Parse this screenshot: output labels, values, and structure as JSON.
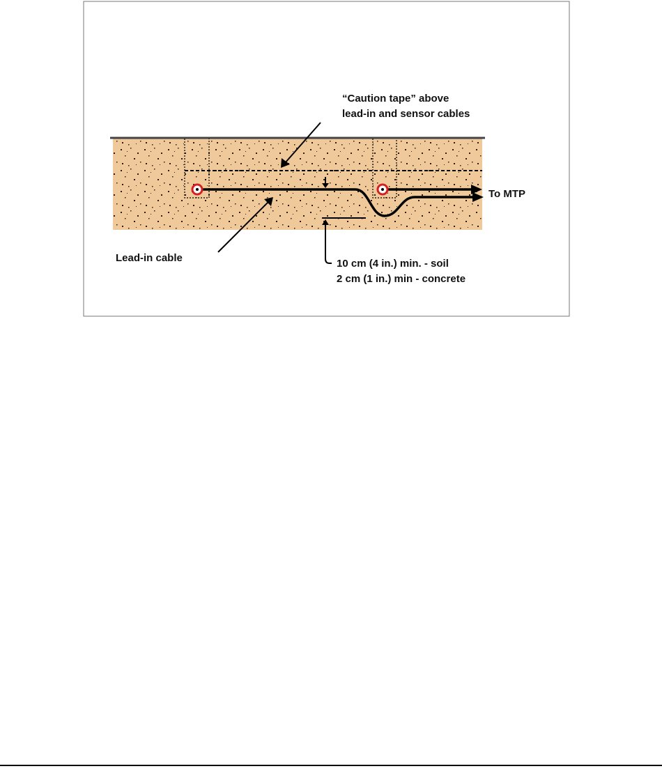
{
  "labels": {
    "caution_tape_line1": "“Caution tape” above",
    "caution_tape_line2": "lead-in and sensor cables",
    "to_mtp": "To MTP",
    "lead_in_cable": "Lead-in cable",
    "depth_line1": "10 cm (4 in.) min. - soil",
    "depth_line2": "2 cm (1 in.) min - concrete"
  },
  "colors": {
    "soil": "#f0c99b",
    "soil_speckle": "#2a1c10",
    "ground_surface": "#444444",
    "cable": "#000000",
    "sensor_ring": "#d42020",
    "frame_border": "#777777"
  }
}
